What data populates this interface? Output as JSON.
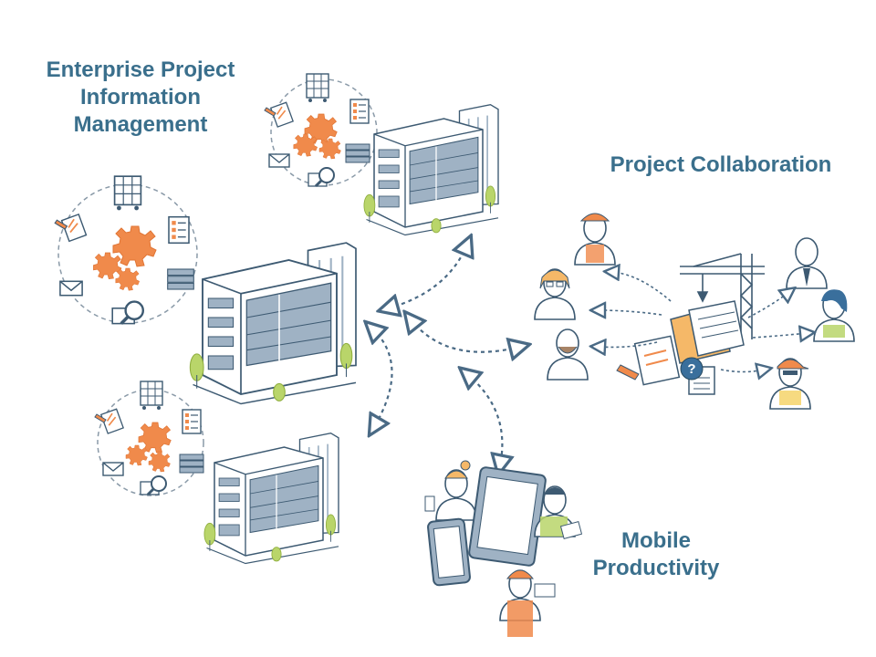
{
  "labels": {
    "enterprise": [
      "Enterprise Project",
      "Information",
      "Management"
    ],
    "collaboration": "Project Collaboration",
    "mobile": [
      "Mobile",
      "Productivity"
    ]
  },
  "colors": {
    "text": "#3a6f8c",
    "gear": "#f08a4b",
    "line": "#3d5a72",
    "glass": "#9fb2c4",
    "tree": "#b9d56a",
    "dash": "#4a6a85"
  },
  "icons": [
    "building-icon",
    "gear-icon",
    "server-rack-icon",
    "envelope-icon",
    "checklist-icon",
    "pencil-icon",
    "magnifier-icon",
    "crane-icon",
    "folder-icon",
    "question-icon",
    "tablet-icon",
    "phone-icon",
    "hardhat-icon"
  ]
}
